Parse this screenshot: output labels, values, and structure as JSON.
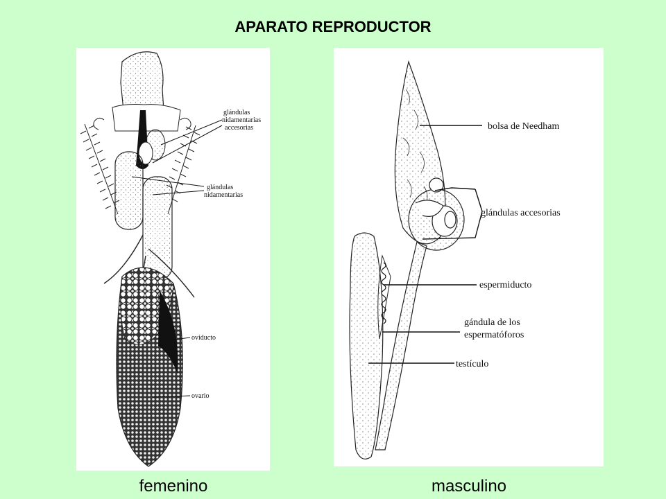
{
  "title": "APARATO REPRODUCTOR",
  "female": {
    "caption": "femenino",
    "labels": {
      "accessory_1": "glándulas",
      "accessory_2": "nidamentarias",
      "accessory_3": "accesorias",
      "nidamental_1": "glándulas",
      "nidamental_2": "nidamentarias",
      "oviduct": "oviducto",
      "ovary": "ovario"
    }
  },
  "male": {
    "caption": "masculino",
    "labels": {
      "needham_sac": "bolsa de Needham",
      "accessory_glands": "glándulas accesorias",
      "spermiduct": "espermiducto",
      "spermatophore_gland_1": "gándula de los",
      "spermatophore_gland_2": "espermatóforos",
      "testis": "testículo"
    }
  }
}
